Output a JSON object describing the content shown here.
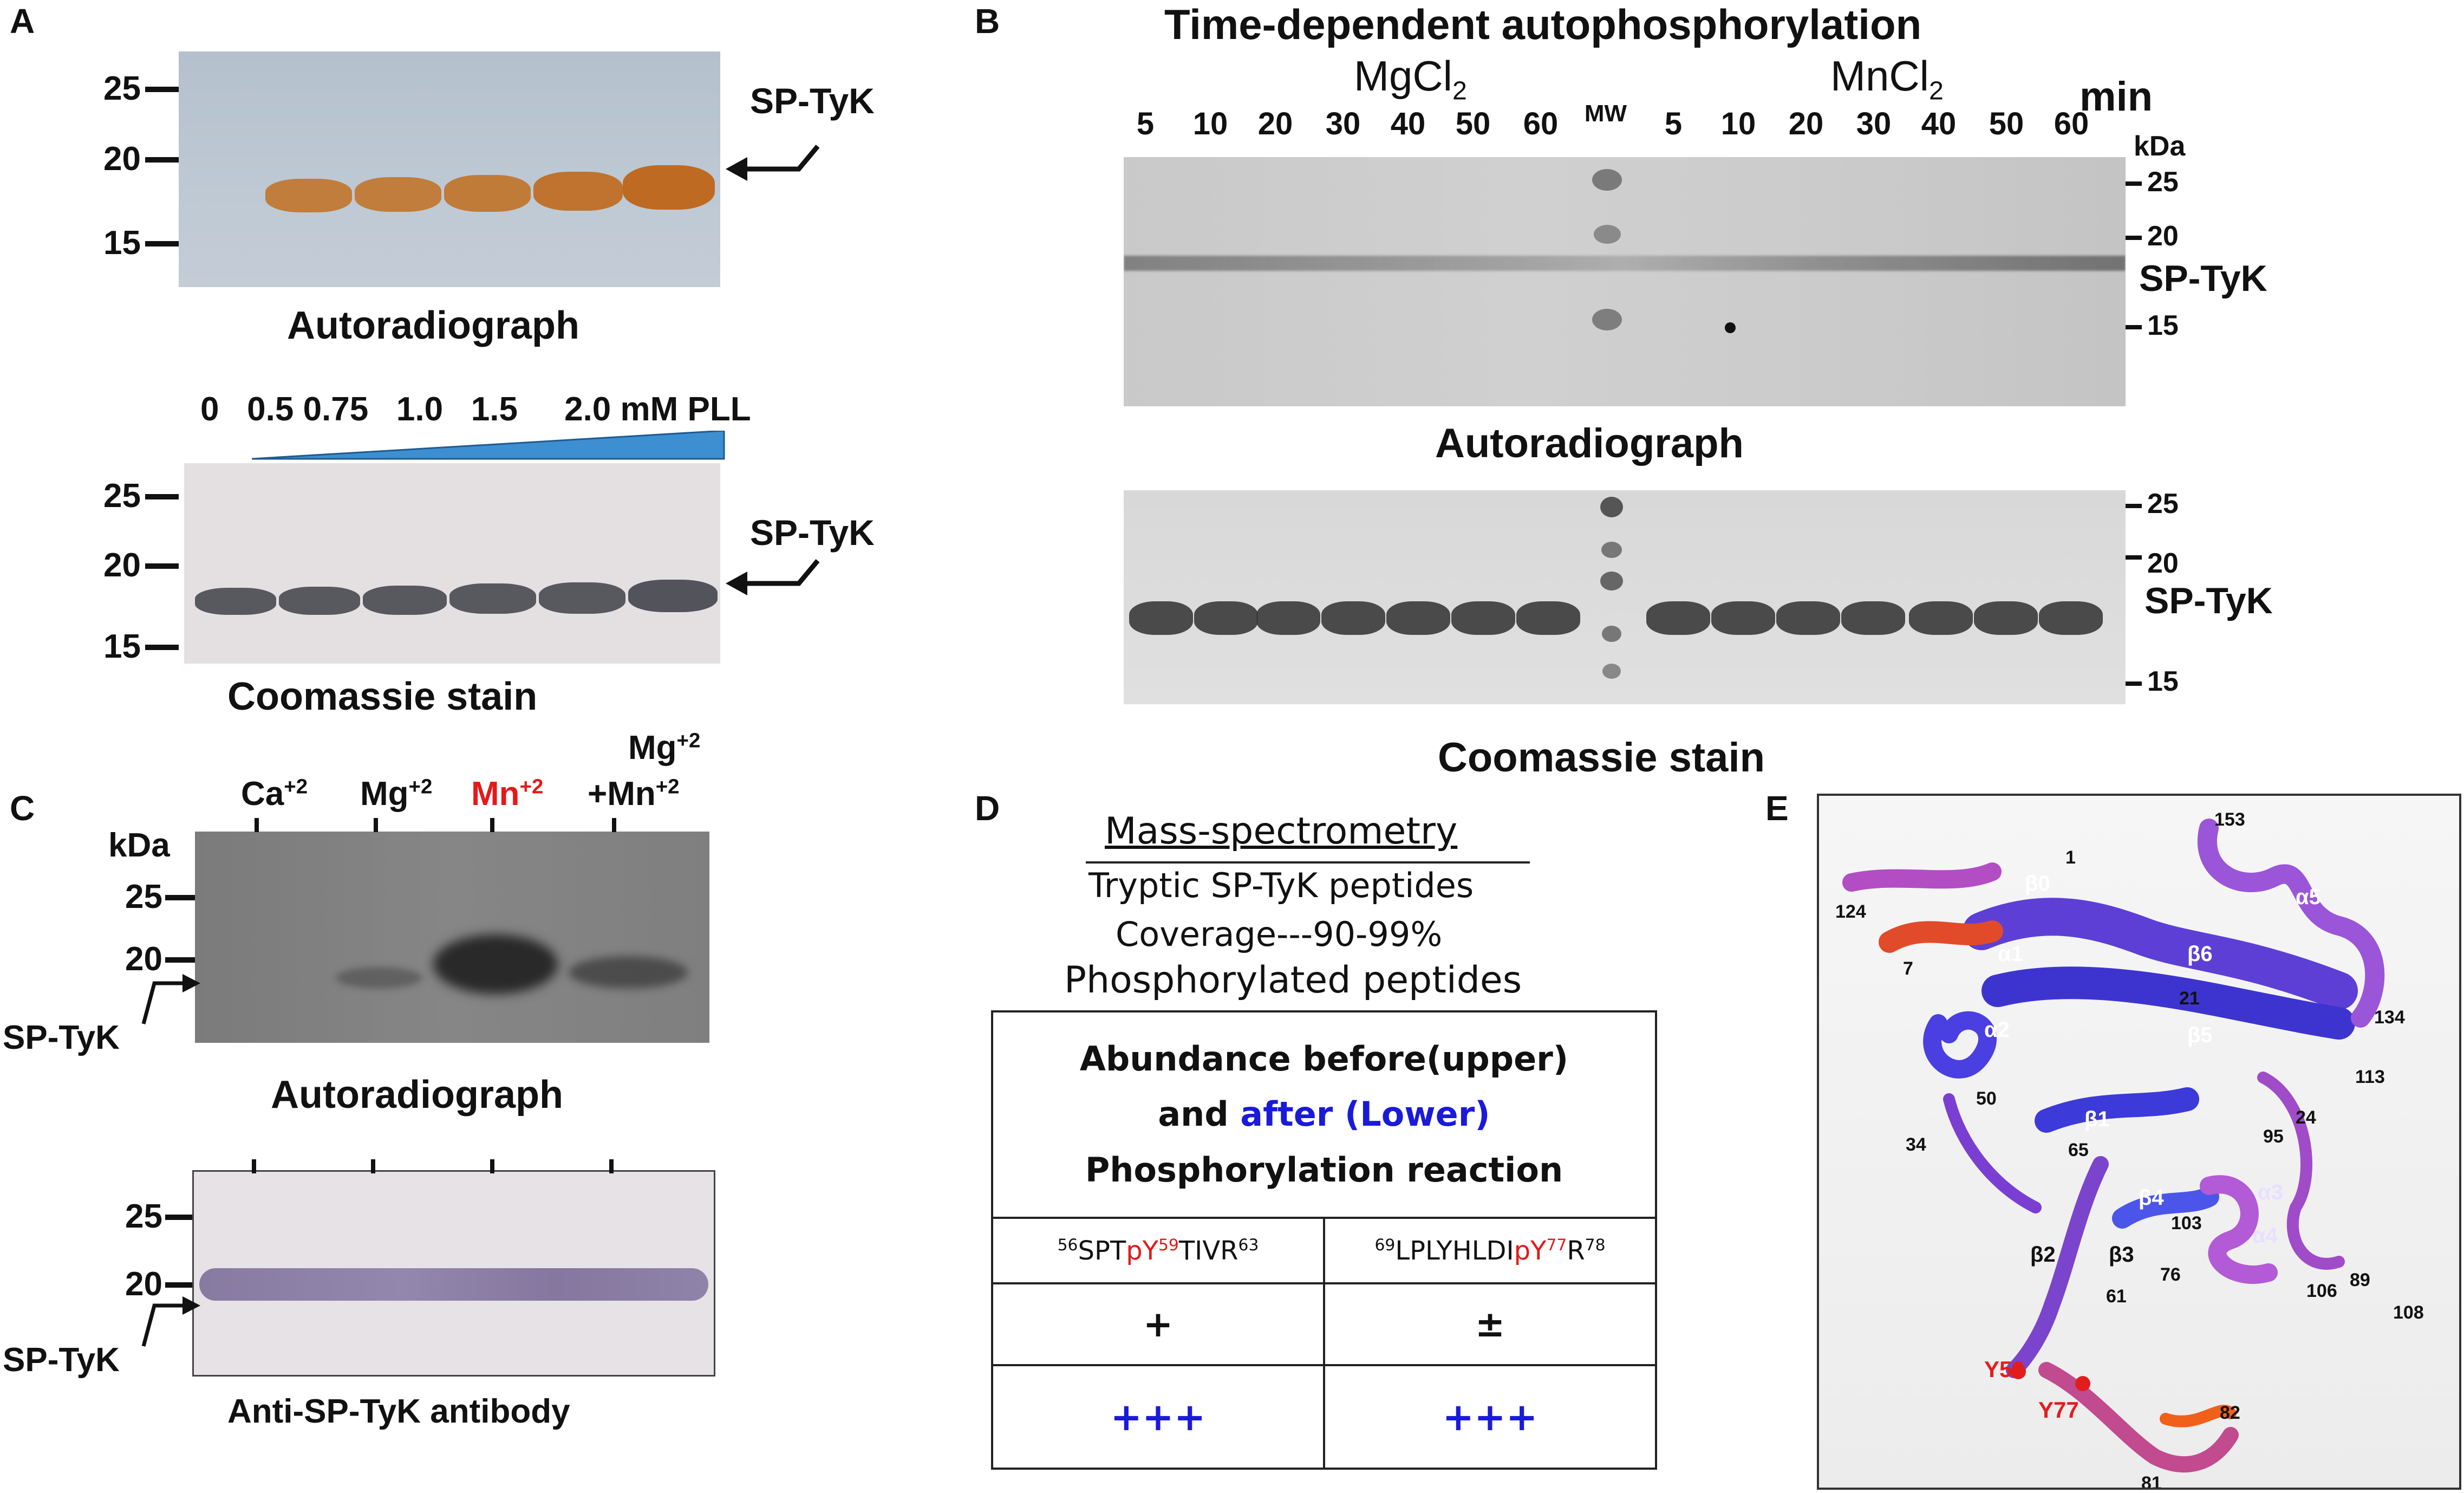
{
  "panels": {
    "A": {
      "letter": "A",
      "top_mw": [
        "25",
        "20",
        "15"
      ],
      "bottom_mw": [
        "25",
        "20",
        "15"
      ],
      "band_label": "SP-TyK",
      "autorad_caption": "Autoradiograph",
      "pll_header": "0   0.5 0.75   1.0   1.5     2.0 mM PLL",
      "stain_caption": "Coomassie stain",
      "colors": {
        "autorad_bg": "#b8c4cf",
        "band": "#c0742a",
        "coomassie_bg": "#e6e2e4",
        "wedge": "#3d8fd1"
      }
    },
    "B": {
      "letter": "B",
      "title": "Time-dependent autophosphorylation",
      "mg": "MgCl",
      "mg_sub": "2",
      "mn": "MnCl",
      "mn_sub": "2",
      "min": "min",
      "lanes": [
        "5",
        "10",
        "20",
        "30",
        "40",
        "50",
        "60",
        "MW",
        "5",
        "10",
        "20",
        "30",
        "40",
        "50",
        "60"
      ],
      "kda": "kDa",
      "mw_right": [
        "25",
        "20",
        "15"
      ],
      "band_label": "SP-TyK",
      "autorad_caption": "Autoradiograph",
      "stain_caption": "Coomassie stain"
    },
    "C": {
      "letter": "C",
      "kda": "kDa",
      "ions": {
        "ca": "Ca",
        "ca_sup": "+2",
        "mg": "Mg",
        "mg_sup": "+2",
        "mn": "Mn",
        "mn_sup": "+2",
        "mgmn_top": "Mg",
        "mgmn_top_sup": "+2",
        "mgmn_bot": "+Mn",
        "mgmn_bot_sup": "+2"
      },
      "top_mw": [
        "25",
        "20"
      ],
      "bottom_mw": [
        "25",
        "20"
      ],
      "band_label": "SP-TyK",
      "autorad_caption": "Autoradiograph",
      "antibody_caption": "Anti-SP-TyK antibody"
    },
    "D": {
      "letter": "D",
      "heading": "Mass-spectrometry",
      "line1": "Tryptic SP-TyK peptides",
      "line2": "Coverage---90-99%",
      "line3": "Phosphorylated peptides",
      "table_head_1": "Abundance before(upper)",
      "table_head_2a": "and ",
      "table_head_2b": "after (Lower)",
      "table_head_3": "Phosphorylation  reaction",
      "pep1": {
        "start": "56",
        "pre": "SPT",
        "p": "pY",
        "psite": "59",
        "post": "TIVR",
        "end": "63"
      },
      "pep2": {
        "start": "69",
        "pre": "LPLYHLDI",
        "p": "pY",
        "psite": "77",
        "post": "R",
        "end": "78"
      },
      "before": [
        "+",
        "±"
      ],
      "after": [
        "+++",
        "+++"
      ]
    },
    "E": {
      "letter": "E",
      "labels": [
        "153",
        "1",
        "β0",
        "α5",
        "124",
        "7",
        "α1",
        "β6",
        "21",
        "134",
        "α2",
        "β5",
        "113",
        "50",
        "β1",
        "24",
        "34",
        "65",
        "95",
        "β4",
        "α3",
        "103",
        "α4",
        "β2",
        "β3",
        "76",
        "89",
        "106",
        "108",
        "61",
        "82",
        "81"
      ],
      "y59": "Y59",
      "y77": "Y77"
    }
  }
}
